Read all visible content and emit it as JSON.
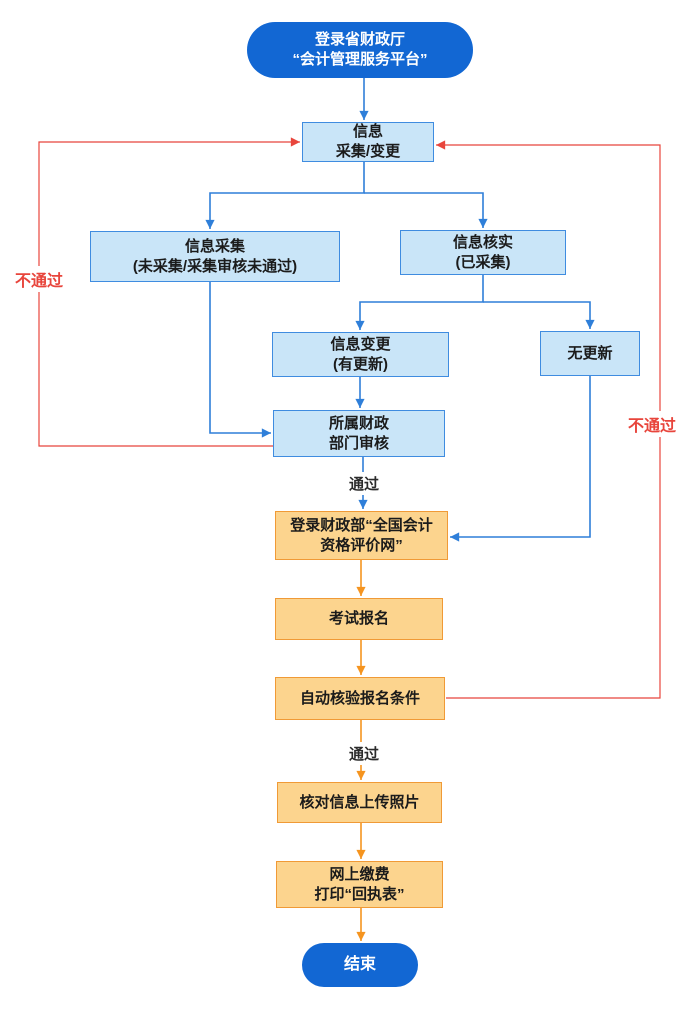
{
  "nodes": {
    "start": {
      "line1": "登录省财政厅",
      "line2": "“会计管理服务平台”"
    },
    "info": {
      "line1": "信息",
      "line2": "采集/变更"
    },
    "collect": {
      "line1": "信息采集",
      "line2": "(未采集/采集审核未通过)"
    },
    "verify": {
      "line1": "信息核实",
      "line2": "(已采集)"
    },
    "change": {
      "line1": "信息变更",
      "line2": "(有更新)"
    },
    "noupdate": {
      "line1": "无更新"
    },
    "audit": {
      "line1": "所属财政",
      "line2": "部门审核"
    },
    "login2": {
      "line1": "登录财政部“全国会计",
      "line2": "资格评价网”"
    },
    "register": {
      "line1": "考试报名"
    },
    "autocheck": {
      "line1": "自动核验报名条件"
    },
    "photo": {
      "line1": "核对信息上传照片"
    },
    "pay": {
      "line1": "网上缴费",
      "line2": "打印“回执表”"
    },
    "end": {
      "line1": "结束"
    }
  },
  "edge_labels": {
    "pass1": "通过",
    "pass2": "通过",
    "fail_left": "不通过",
    "fail_right": "不通过"
  },
  "colors": {
    "brand-blue": "#1267d3",
    "node-blue-fill": "#c9e5f8",
    "node-blue-border": "#3f8ce0",
    "node-orange-fill": "#fcd48e",
    "node-orange-border": "#f09a36",
    "edge-blue": "#2f7fd9",
    "edge-orange": "#f5941f",
    "edge-red": "#e8453c"
  }
}
